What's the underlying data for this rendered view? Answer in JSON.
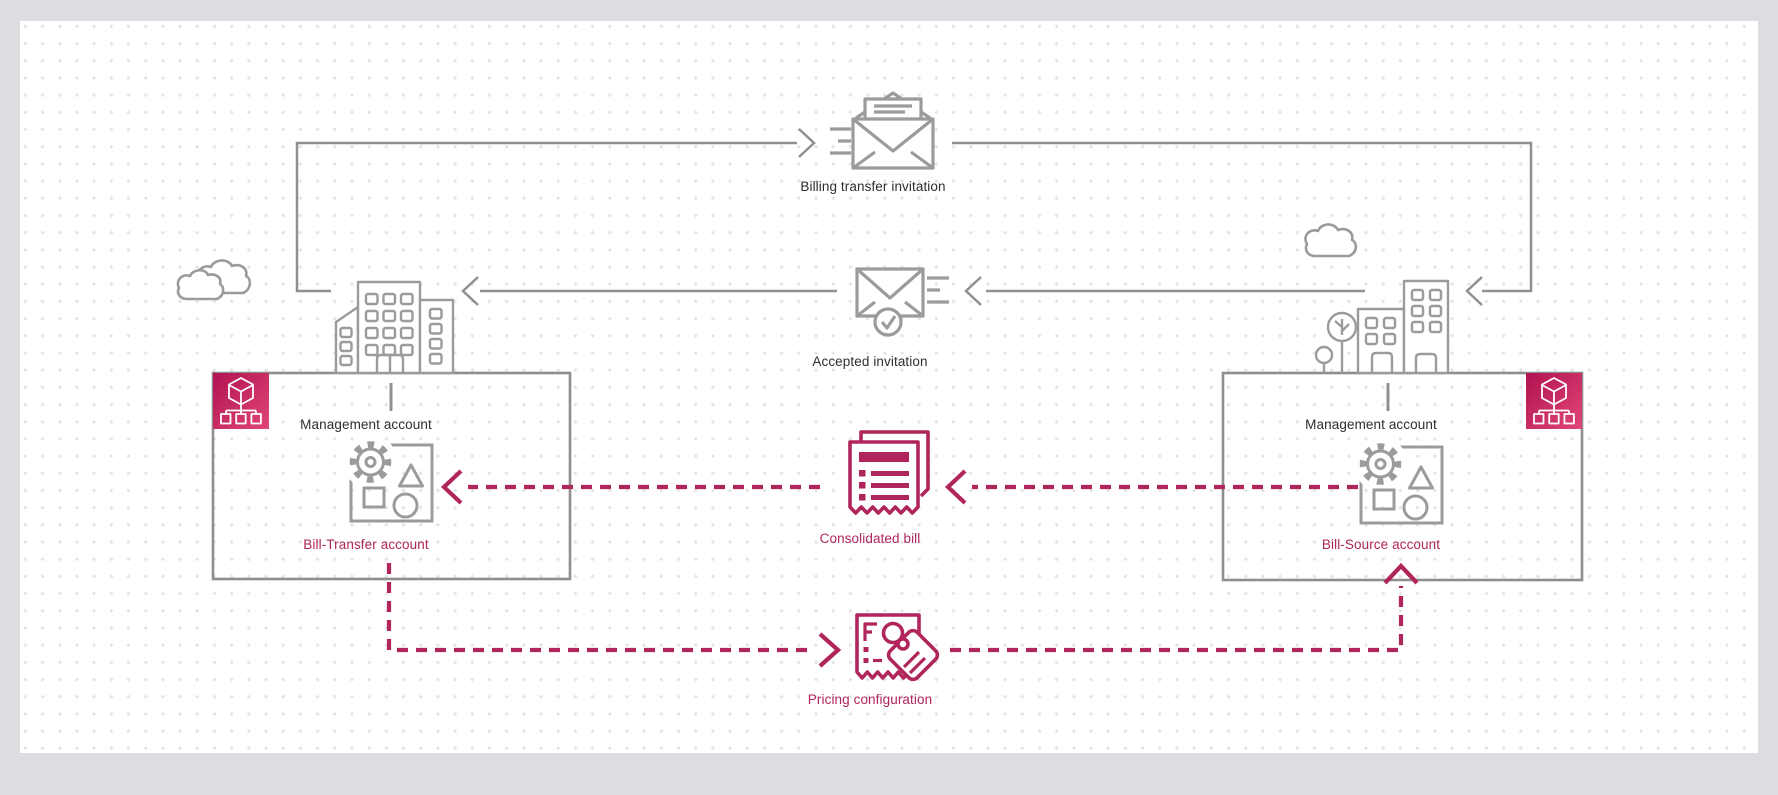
{
  "colors": {
    "frame": "#dcdce1",
    "canvas": "#ffffff",
    "dot_grid": "#e4e3e6",
    "connector_gray": "#909090",
    "icon_gray": "#9b9b9b",
    "accent_pink": "#b0255b",
    "org_badge_gradient_start": "#b01350",
    "org_badge_gradient_end": "#e14679",
    "label_dark": "#2e2e2e"
  },
  "flows": {
    "billing_transfer_invitation": {
      "label": "Billing transfer invitation",
      "icon": "open-envelope-send-icon",
      "style": "solid",
      "direction": "left-to-right"
    },
    "accepted_invitation": {
      "label": "Accepted invitation",
      "icon": "envelope-check-icon",
      "style": "solid",
      "direction": "right-to-left"
    },
    "consolidated_bill": {
      "label": "Consolidated bill",
      "icon": "consolidated-bill-icon",
      "style": "dashed",
      "direction": "right-to-left"
    },
    "pricing_configuration": {
      "label": "Pricing configuration",
      "icon": "price-tag-bill-icon",
      "style": "dashed",
      "direction": "left-to-right"
    }
  },
  "groups": {
    "left": {
      "management_label": "Management account",
      "account_label": "Bill-Transfer account",
      "badge_icon": "aws-organizations-icon",
      "building_icon": "office-building-icon",
      "resource_icon": "account-resources-icon"
    },
    "right": {
      "management_label": "Management account",
      "account_label": "Bill-Source account",
      "badge_icon": "aws-organizations-icon",
      "building_icon": "office-building-tree-icon",
      "resource_icon": "account-resources-icon"
    }
  },
  "decorations": {
    "left_cloud": "clouds-icon",
    "right_cloud": "cloud-icon"
  }
}
